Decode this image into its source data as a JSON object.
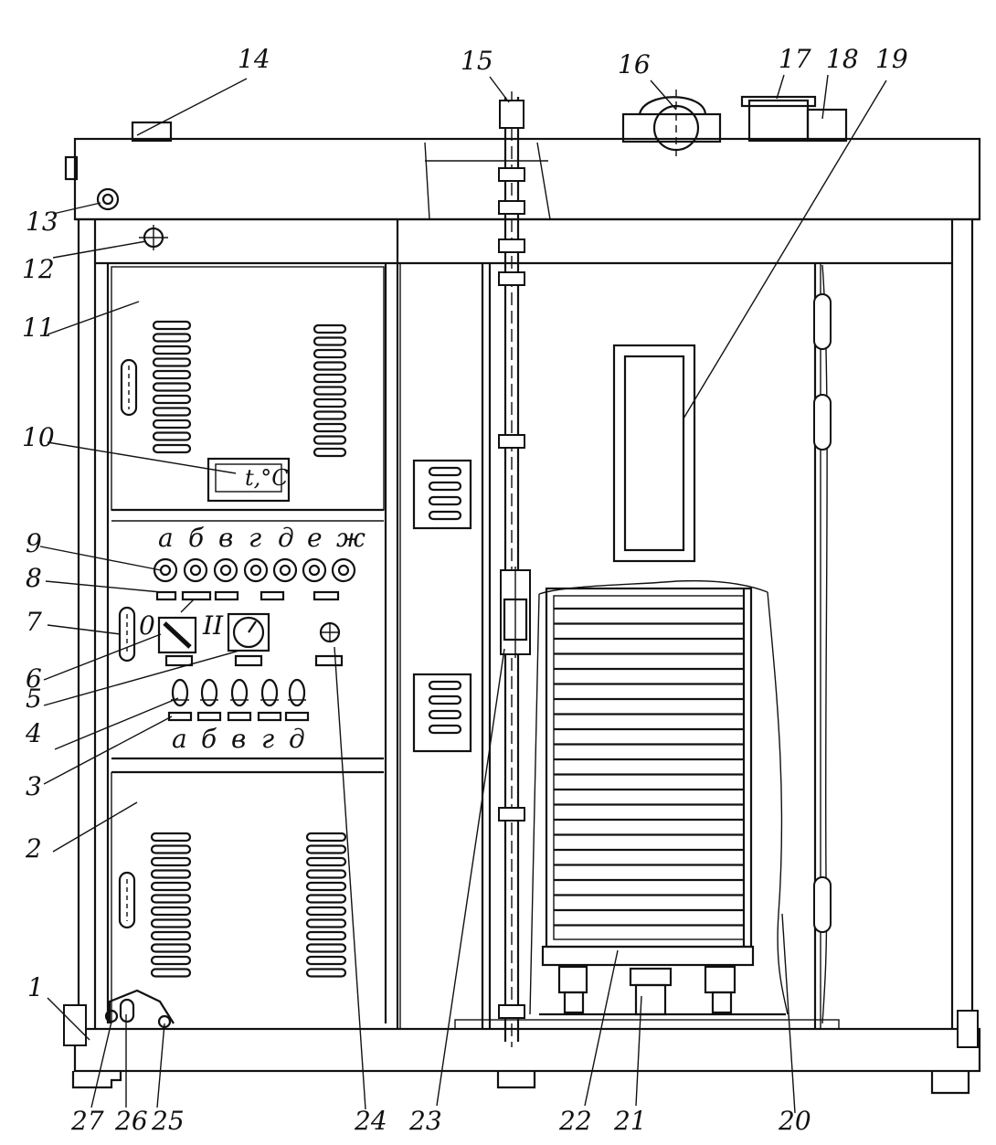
{
  "labels": [
    "1",
    "2",
    "3",
    "4",
    "5",
    "6",
    "7",
    "8",
    "9",
    "10",
    "11",
    "12",
    "13",
    "14",
    "15",
    "16",
    "17",
    "18",
    "19",
    "20",
    "21",
    "22",
    "23",
    "24",
    "25",
    "26",
    "27"
  ],
  "upper_letters": [
    "а",
    "б",
    "в",
    "г",
    "д",
    "е",
    "ж"
  ],
  "lower_letters": [
    "а",
    "б",
    "в",
    "г",
    "д"
  ],
  "display_text": "t,°C",
  "switch_left": "0",
  "switch_right": "II"
}
